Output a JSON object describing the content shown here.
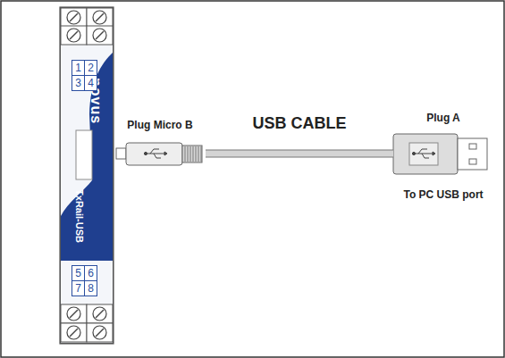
{
  "diagram": {
    "nodes": [
      {
        "text": [
          "novus",
          "TxRail-USB"
        ]
      },
      {
        "text": [
          "1"
        ],
        "in": 0
      },
      {
        "text": [
          "2"
        ],
        "in": 0
      },
      {
        "text": [
          "3"
        ],
        "in": 0
      },
      {
        "text": [
          "4"
        ],
        "in": 0
      },
      {
        "text": [
          "5"
        ],
        "in": 0
      },
      {
        "text": [
          "6"
        ],
        "in": 0
      },
      {
        "text": [
          "7"
        ],
        "in": 0
      },
      {
        "text": [
          "8"
        ],
        "in": 0
      },
      {
        "text": [
          "Plug Micro B"
        ]
      },
      {
        "text": [
          "Plug A",
          "To PC USB port"
        ]
      }
    ],
    "edges": [
      {
        "from": 9,
        "to": 10,
        "arrow": "none",
        "label": "USB CABLE"
      }
    ]
  }
}
